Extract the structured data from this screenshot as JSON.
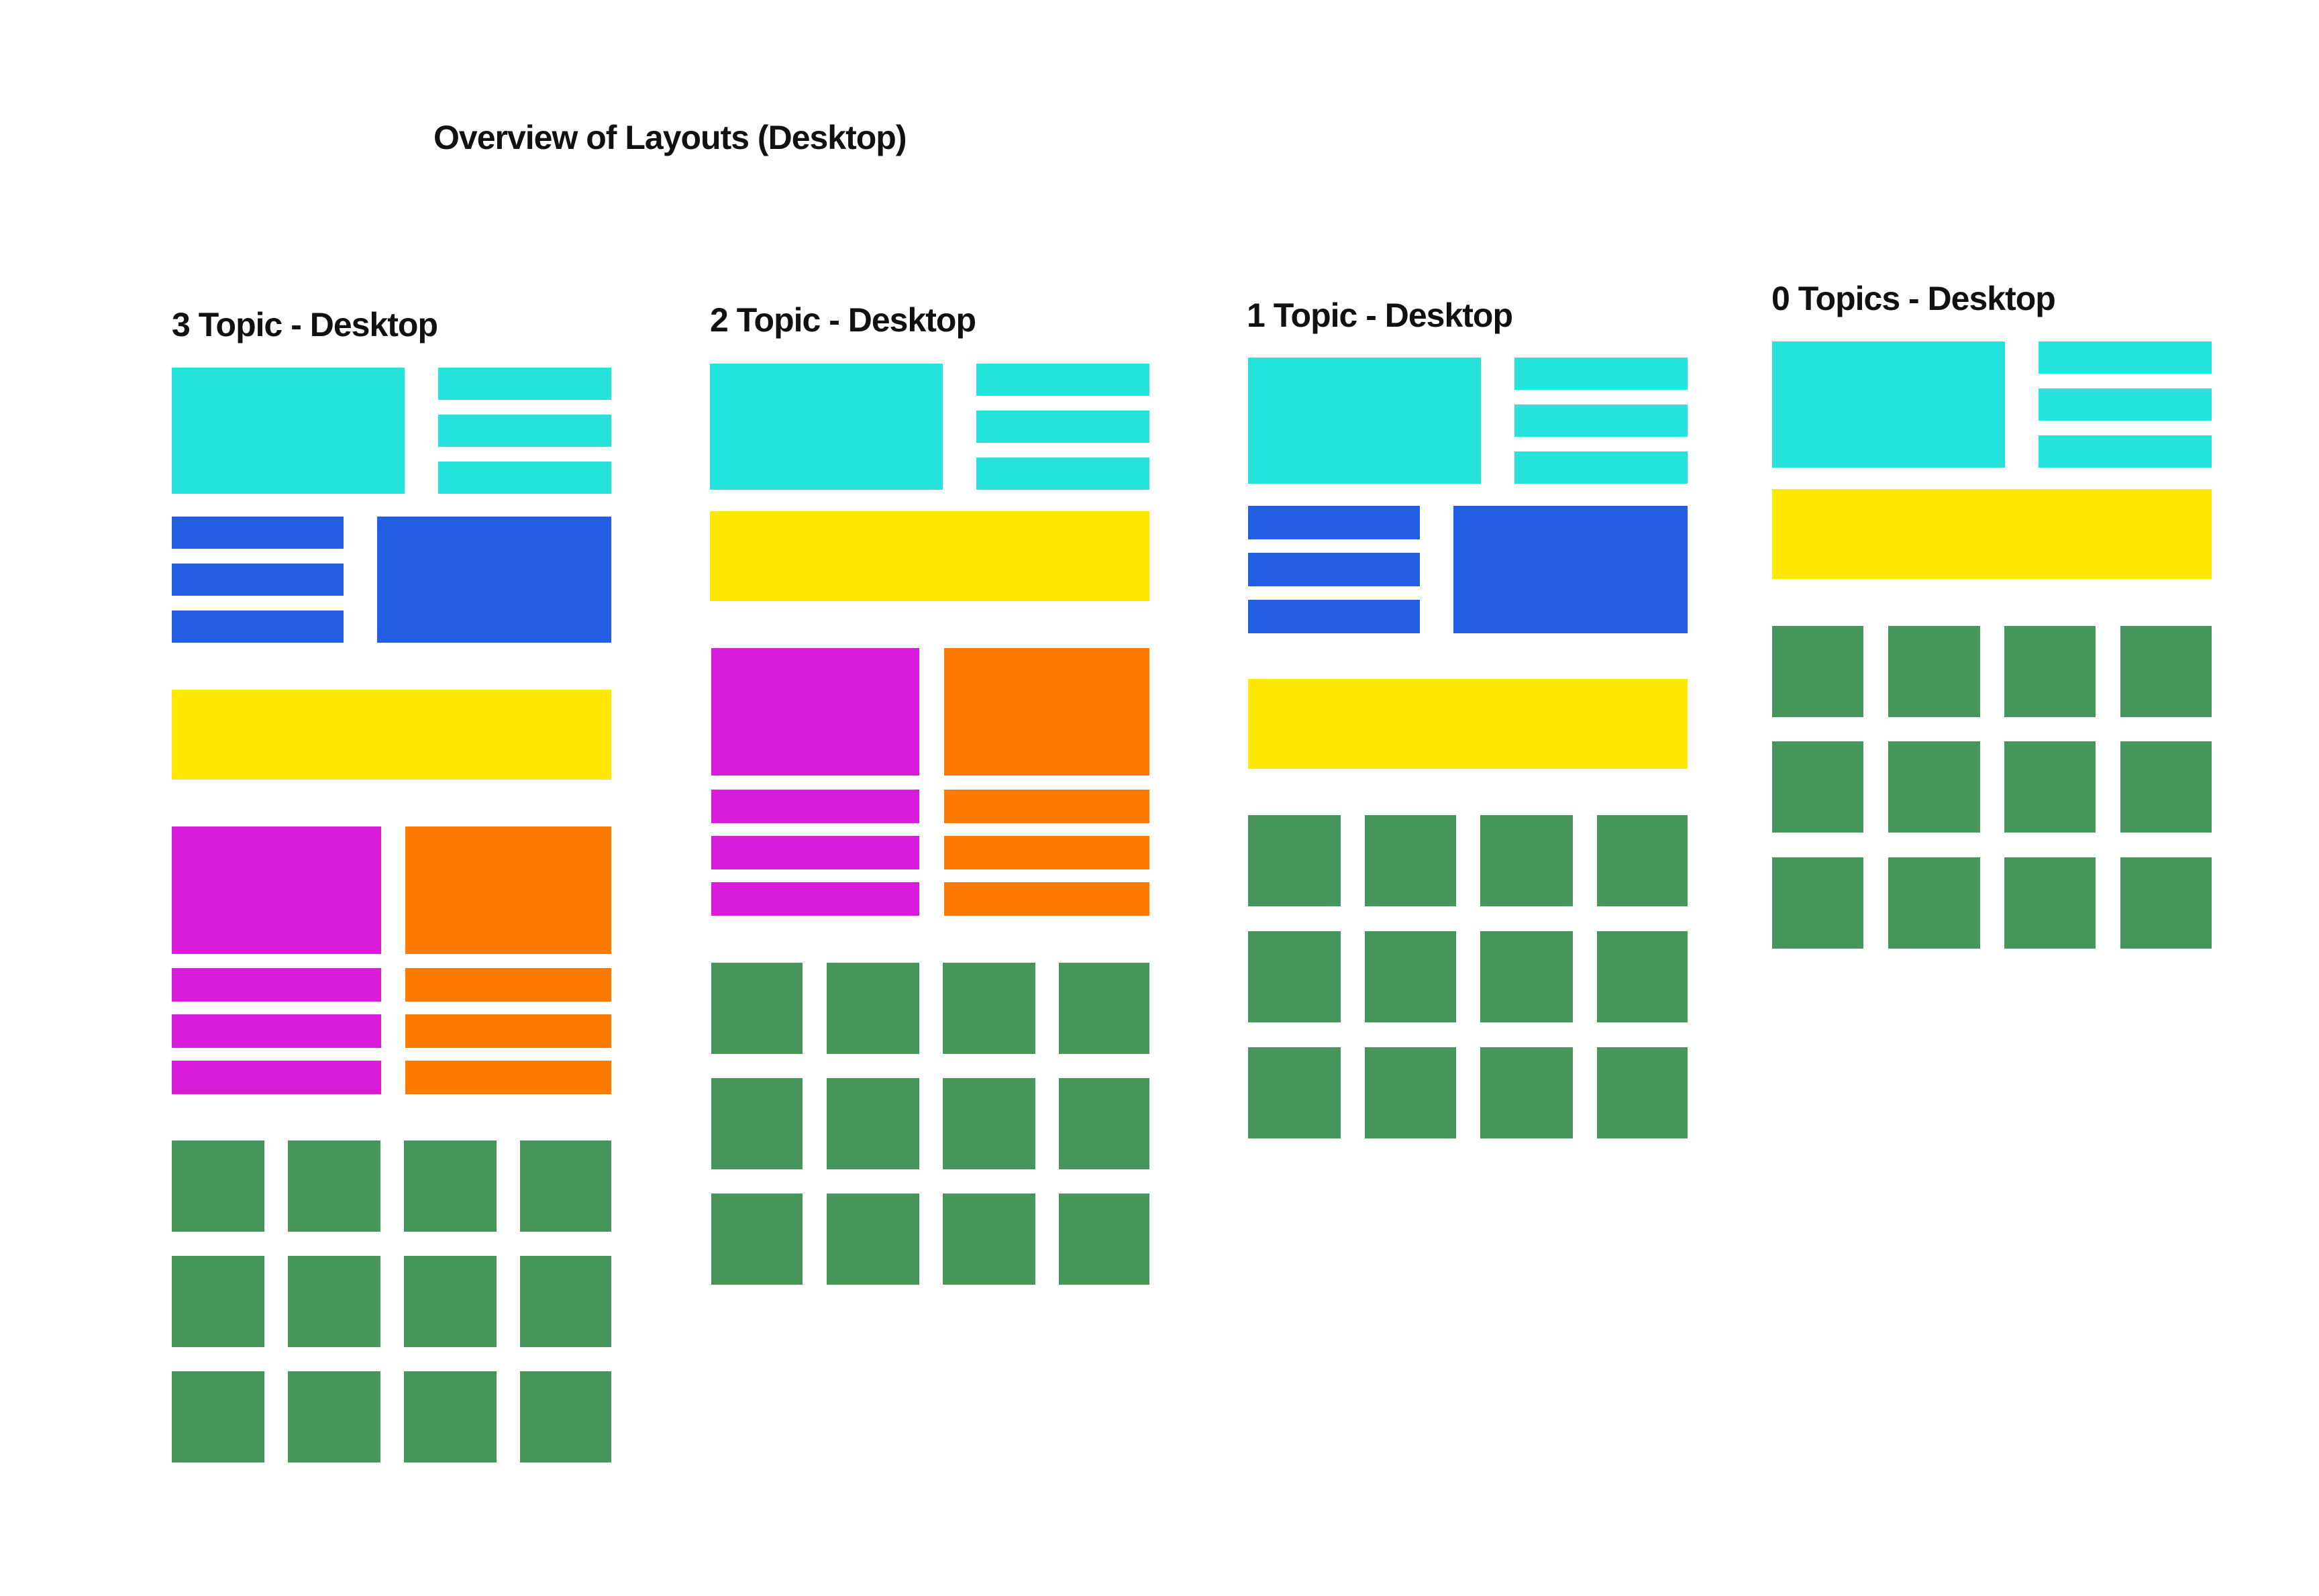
{
  "page_title": "Overview of Layouts (Desktop)",
  "colors": {
    "teal": "#25E3DC",
    "blue": "#235FE3",
    "yellow": "#FFE800",
    "magenta": "#D81CD9",
    "orange": "#FF7A00",
    "green": "#46955A"
  },
  "layouts": [
    {
      "title": "3 Topic - Desktop"
    },
    {
      "title": "2 Topic - Desktop"
    },
    {
      "title": "1 Topic - Desktop"
    },
    {
      "title": "0 Topics - Desktop"
    }
  ]
}
